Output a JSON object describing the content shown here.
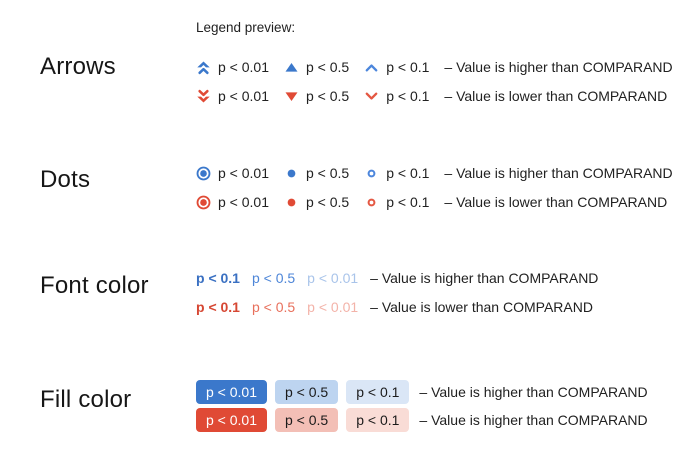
{
  "header": {
    "legend_preview_label": "Legend preview:"
  },
  "colors": {
    "blue_solid": "#3B78CB",
    "blue_chevron": "#4C86DC",
    "red_solid": "#E04A35",
    "red_chevron": "#E45742",
    "font_blue_strong": "#3A70C2",
    "font_blue_mid": "#4E86D8",
    "font_blue_light": "#A9C4EA",
    "font_red_strong": "#D64733",
    "font_red_mid": "#E8705C",
    "font_red_light": "#F3B3A9",
    "chip_blue_solid": "#3B78CB",
    "chip_blue_mid": "#BDD4F0",
    "chip_blue_light": "#DAE6F6",
    "chip_red_solid": "#E04A35",
    "chip_red_mid": "#F3BFB6",
    "chip_red_light": "#F9DCD6",
    "text_primary": "#212121"
  },
  "sections": [
    {
      "title": "Arrows",
      "rows": [
        {
          "items": [
            {
              "icon": "double-chevron-up-icon",
              "label": "p < 0.01"
            },
            {
              "icon": "triangle-up-icon",
              "label": "p < 0.5"
            },
            {
              "icon": "chevron-up-icon",
              "label": "p < 0.1"
            }
          ],
          "description": "– Value is higher than COMPARAND"
        },
        {
          "items": [
            {
              "icon": "double-chevron-down-icon",
              "label": "p < 0.01"
            },
            {
              "icon": "triangle-down-icon",
              "label": "p < 0.5"
            },
            {
              "icon": "chevron-down-icon",
              "label": "p < 0.1"
            }
          ],
          "description": "– Value is lower than COMPARAND"
        }
      ]
    },
    {
      "title": "Dots",
      "rows": [
        {
          "items": [
            {
              "icon": "ring-dot-icon",
              "label": "p < 0.01"
            },
            {
              "icon": "solid-dot-icon",
              "label": "p < 0.5"
            },
            {
              "icon": "open-dot-icon",
              "label": "p < 0.1"
            }
          ],
          "description": "– Value is higher than COMPARAND"
        },
        {
          "items": [
            {
              "icon": "ring-dot-icon",
              "label": "p < 0.01"
            },
            {
              "icon": "solid-dot-icon",
              "label": "p < 0.5"
            },
            {
              "icon": "open-dot-icon",
              "label": "p < 0.1"
            }
          ],
          "description": "– Value is lower than COMPARAND"
        }
      ]
    },
    {
      "title": "Font color",
      "rows": [
        {
          "items": [
            {
              "label": "p < 0.1"
            },
            {
              "label": "p < 0.5"
            },
            {
              "label": "p < 0.01"
            }
          ],
          "description": "– Value is higher than COMPARAND"
        },
        {
          "items": [
            {
              "label": "p < 0.1"
            },
            {
              "label": "p < 0.5"
            },
            {
              "label": "p < 0.01"
            }
          ],
          "description": "– Value is lower than COMPARAND"
        }
      ]
    },
    {
      "title": "Fill color",
      "rows": [
        {
          "items": [
            {
              "label": "p < 0.01"
            },
            {
              "label": "p < 0.5"
            },
            {
              "label": "p < 0.1"
            }
          ],
          "description": "– Value is higher than COMPARAND"
        },
        {
          "items": [
            {
              "label": "p < 0.01"
            },
            {
              "label": "p < 0.5"
            },
            {
              "label": "p < 0.1"
            }
          ],
          "description": "– Value is higher than COMPARAND"
        }
      ]
    }
  ]
}
